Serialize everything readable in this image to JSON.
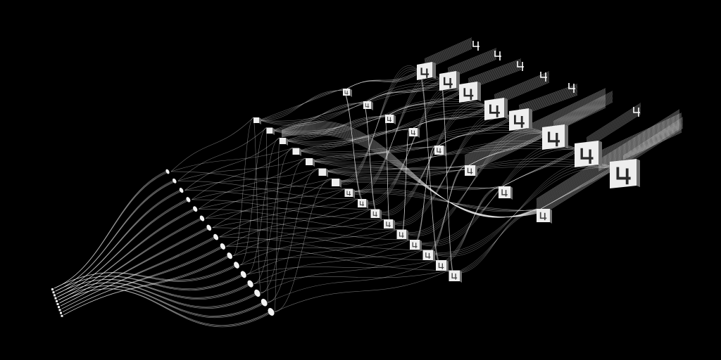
{
  "scene": {
    "background": "#000000",
    "line_color": "#f2f2f2",
    "card_face": "#eeeeee",
    "card_shadow": "#6f6f6f",
    "digit_color": "#ffffff",
    "digit_glyph": "4"
  },
  "layers": [
    {
      "name": "output-layer",
      "kind": "dots",
      "count": 10
    },
    {
      "name": "dense-layer",
      "kind": "ovals",
      "count": 16
    },
    {
      "name": "conv-feature-row",
      "kind": "cards",
      "count": 16
    },
    {
      "name": "conv-feature-grid",
      "kind": "cards",
      "count": 10
    },
    {
      "name": "input-stack",
      "kind": "digit-slabs",
      "count": 6
    }
  ]
}
